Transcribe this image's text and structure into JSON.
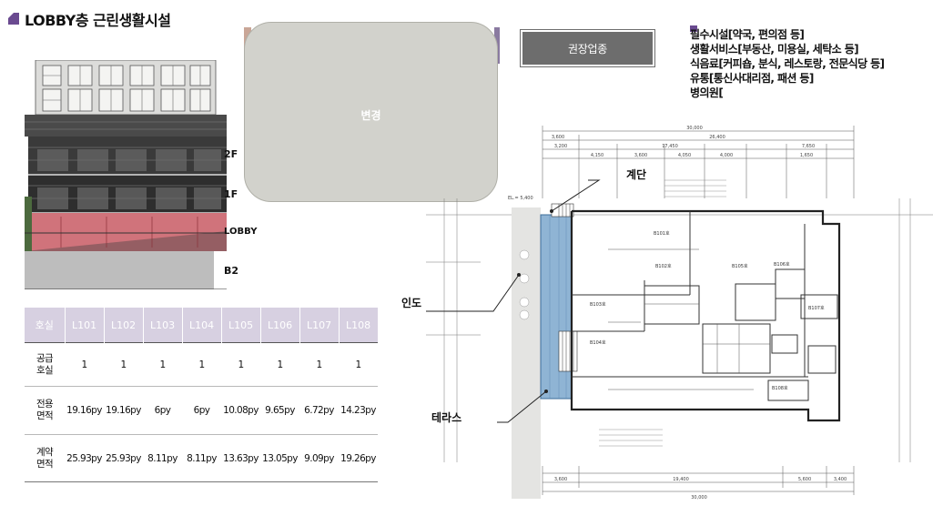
{
  "header": {
    "title": "LOBBY층 근린생활시설"
  },
  "building": {
    "floors": [
      "2F",
      "1F",
      "LOBBY",
      "B2"
    ]
  },
  "table": {
    "columns": [
      "호실",
      "L101",
      "L102",
      "L103",
      "L104",
      "L105",
      "L106",
      "L107",
      "L108"
    ],
    "rows": [
      {
        "label": [
          "공급",
          "호실"
        ],
        "values": [
          "1",
          "1",
          "1",
          "1",
          "1",
          "1",
          "1",
          "1"
        ]
      },
      {
        "label": [
          "전용",
          "면적"
        ],
        "values": [
          "19.16py",
          "19.16py",
          "6py",
          "6py",
          "10.08py",
          "9.65py",
          "6.72py",
          "14.23py"
        ]
      },
      {
        "label": [
          "계약",
          "면적"
        ],
        "values": [
          "25.93py",
          "25.93py",
          "8.11py",
          "8.11py",
          "13.63py",
          "13.05py",
          "9.09py",
          "19.26py"
        ]
      }
    ]
  },
  "overlay": {
    "label": "변경"
  },
  "recommended": {
    "button_label": "권장업종",
    "items": [
      "필수시설[약국, 편의점 등]",
      "생활서비스[부동산, 미용실, 세탁소 등]",
      "식음료[커피숍, 분식, 레스토랑, 전문식당 등]",
      "유통[통신사대리점, 패션 등]",
      "병의원["
    ]
  },
  "plan": {
    "callouts": {
      "stairs": "계단",
      "sidewalk": "인도",
      "terrace": "테라스"
    },
    "dims_top": [
      "30,000",
      "3,600",
      "26,400",
      "3,200",
      "17,450",
      "7,650",
      "4,150",
      "3,600",
      "4,050",
      "4,000",
      "1,650"
    ],
    "dims_bottom": [
      "3,600",
      "19,400",
      "5,600",
      "3,400",
      "30,000"
    ],
    "rooms": [
      "B101호",
      "B102호",
      "B103호",
      "B104호",
      "B105호",
      "B106호",
      "B107호",
      "B108호"
    ],
    "level_mark": "EL.= 5,400"
  }
}
